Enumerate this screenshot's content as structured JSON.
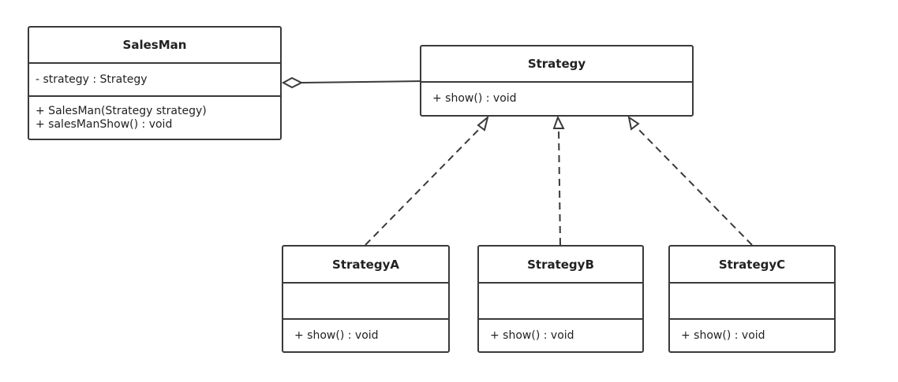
{
  "colors": {
    "line": "#3a3a3a",
    "text": "#222222",
    "background": "#ffffff"
  },
  "classes": {
    "salesman": {
      "name": "SalesMan",
      "attributes": [
        "- strategy : Strategy"
      ],
      "operations": [
        "+ SalesMan(Strategy strategy)",
        "+ salesManShow() : void"
      ]
    },
    "strategy": {
      "name": "Strategy",
      "attributes": [],
      "operations": [
        "+ show() : void"
      ]
    },
    "strategy_a": {
      "name": "StrategyA",
      "attributes": [],
      "operations": [
        "+ show() : void"
      ]
    },
    "strategy_b": {
      "name": "StrategyB",
      "attributes": [],
      "operations": [
        "+ show() : void"
      ]
    },
    "strategy_c": {
      "name": "StrategyC",
      "attributes": [],
      "operations": [
        "+ show() : void"
      ]
    }
  },
  "relationships": [
    {
      "type": "aggregation",
      "from": "SalesMan",
      "to": "Strategy"
    },
    {
      "type": "realization",
      "from": "StrategyA",
      "to": "Strategy"
    },
    {
      "type": "realization",
      "from": "StrategyB",
      "to": "Strategy"
    },
    {
      "type": "realization",
      "from": "StrategyC",
      "to": "Strategy"
    }
  ]
}
